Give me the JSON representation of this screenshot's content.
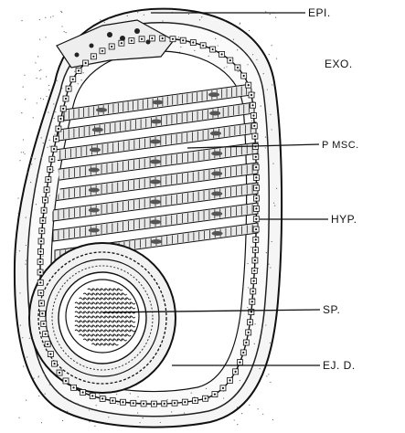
{
  "figure": {
    "labels": {
      "epi": "EPI.",
      "exo": "EXO.",
      "pmsc": "P MSC.",
      "hyp": "HYP.",
      "sp": "SP.",
      "ejd": "EJ. D."
    }
  }
}
